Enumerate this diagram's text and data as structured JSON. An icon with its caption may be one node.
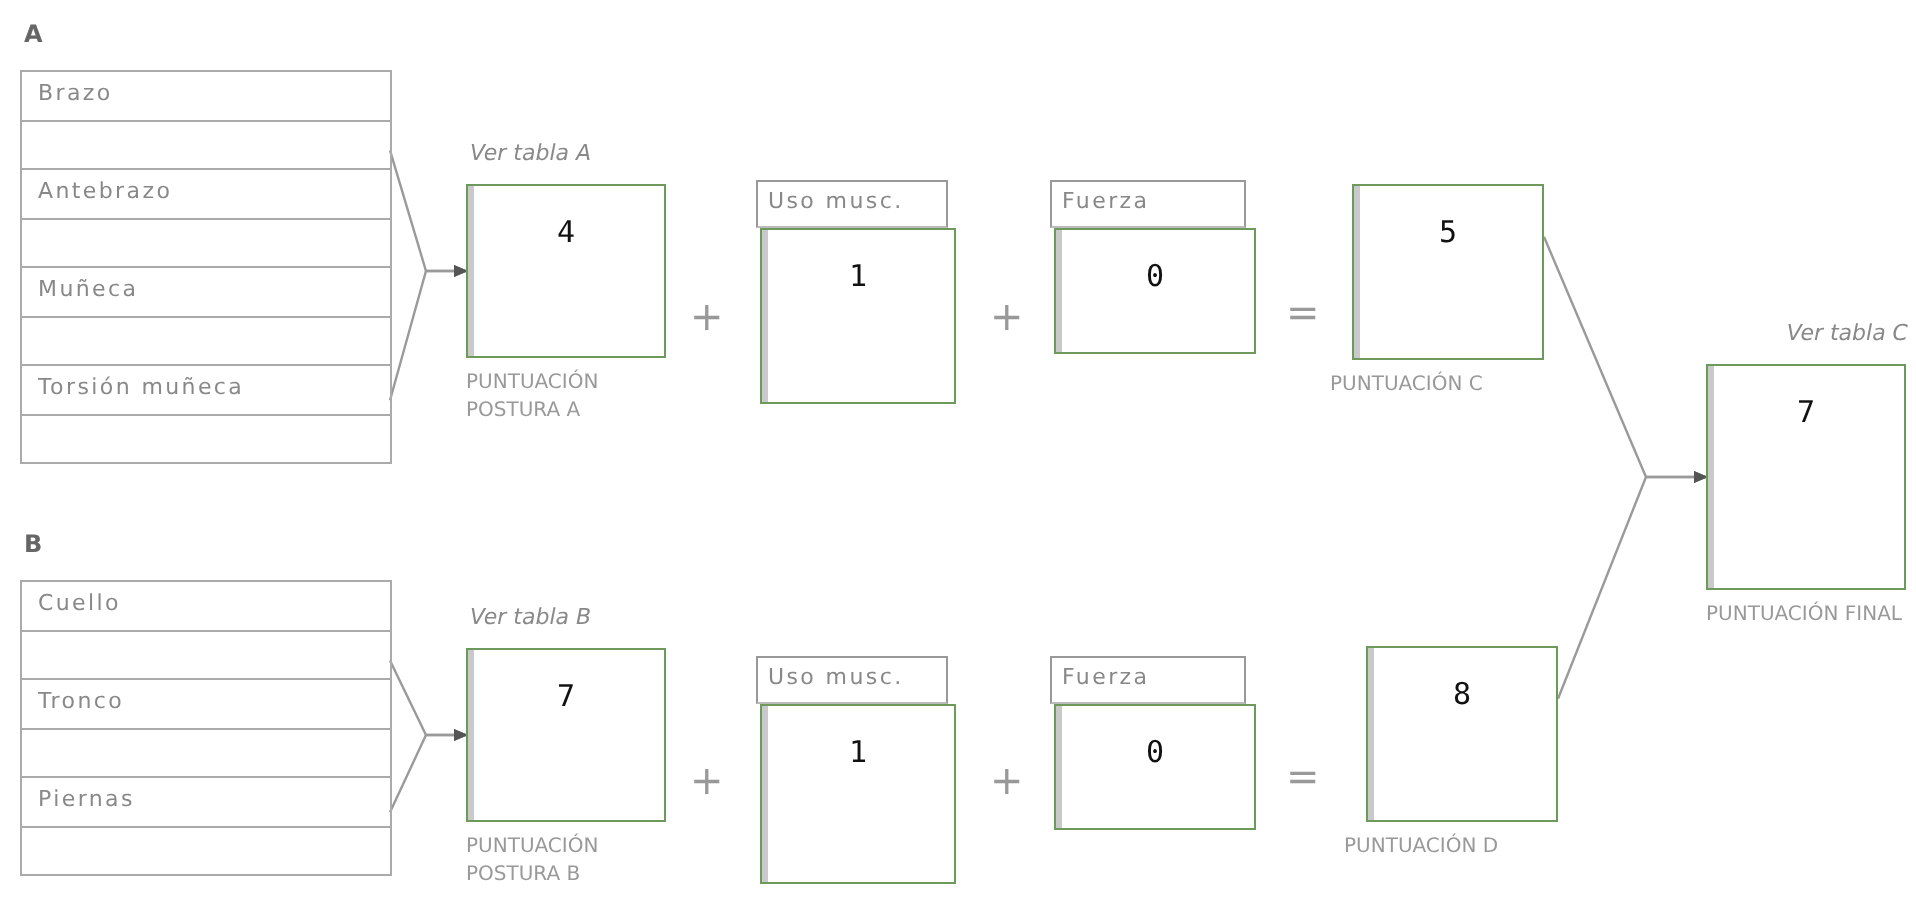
{
  "diagram": {
    "nodes": [
      {
        "text": [
          "A"
        ]
      },
      {
        "text": [
          "Brazo"
        ],
        "in": 0
      },
      {
        "text": [
          "Antebrazo"
        ],
        "in": 0
      },
      {
        "text": [
          "Muñeca"
        ],
        "in": 0
      },
      {
        "text": [
          "Torsión muñeca"
        ],
        "in": 0
      },
      {
        "text": [
          "Ver tabla A",
          "4"
        ],
        "beside": [
          "PUNTUACIÓN POSTURA A"
        ]
      },
      {
        "text": [
          "Uso musc.",
          "1"
        ]
      },
      {
        "text": [
          "Fuerza",
          "0"
        ]
      },
      {
        "text": [
          "5"
        ],
        "beside": [
          "PUNTUACIÓN C"
        ]
      },
      {
        "text": [
          "B"
        ]
      },
      {
        "text": [
          "Cuello"
        ],
        "in": 9
      },
      {
        "text": [
          "Tronco"
        ],
        "in": 9
      },
      {
        "text": [
          "Piernas"
        ],
        "in": 9
      },
      {
        "text": [
          "Ver tabla B",
          "7"
        ],
        "beside": [
          "PUNTUACIÓN POSTURA B"
        ]
      },
      {
        "text": [
          "Uso musc.",
          "1"
        ]
      },
      {
        "text": [
          "Fuerza",
          "0"
        ]
      },
      {
        "text": [
          "8"
        ],
        "beside": [
          "PUNTUACIÓN D"
        ]
      },
      {
        "text": [
          "Ver tabla C",
          "7"
        ],
        "beside": [
          "PUNTUACIÓN FINAL"
        ]
      }
    ],
    "edges": [
      {
        "from": 1,
        "to": 5,
        "arrow": "to"
      },
      {
        "from": 4,
        "to": 5,
        "arrow": "to"
      },
      {
        "from": 10,
        "to": 13,
        "arrow": "to"
      },
      {
        "from": 12,
        "to": 13,
        "arrow": "to"
      },
      {
        "from": 8,
        "to": 17,
        "arrow": "to"
      },
      {
        "from": 16,
        "to": 17,
        "arrow": "to"
      }
    ],
    "labels": [
      "+",
      "+",
      "=",
      "+",
      "+",
      "="
    ]
  }
}
